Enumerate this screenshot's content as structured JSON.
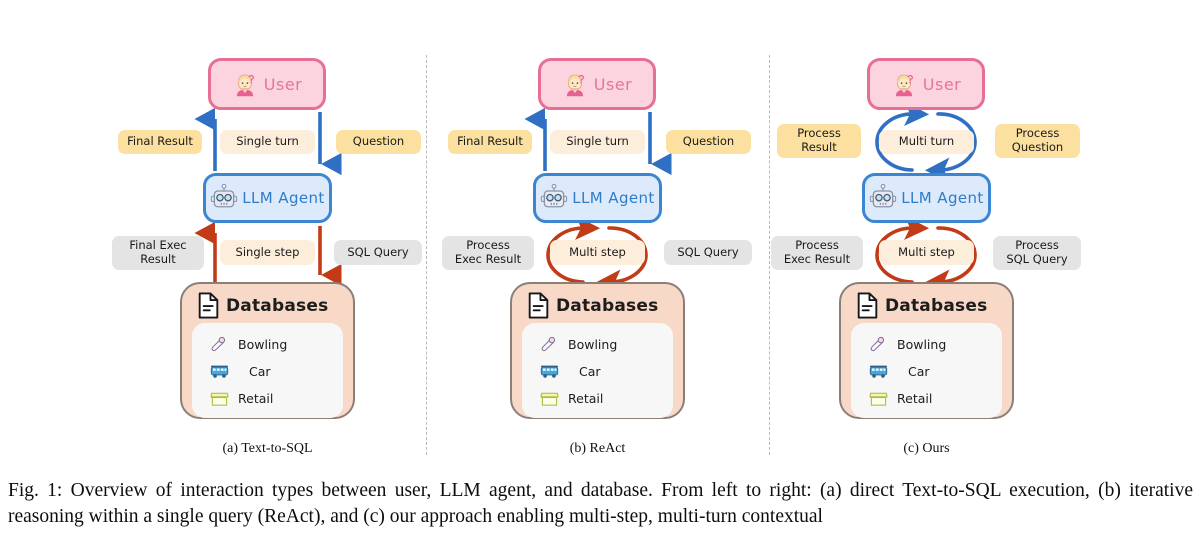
{
  "figure": {
    "caption": "Fig. 1: Overview of interaction types between user, LLM agent, and database. From left to right: (a) direct Text-to-SQL execution, (b) iterative reasoning within a single query (ReAct), and (c) our approach enabling multi-step, multi-turn contextual"
  },
  "colors": {
    "user_fill": "#fbd4e0",
    "user_border": "#e86f94",
    "user_text": "#e8749a",
    "agent_fill": "#dceafb",
    "agent_border": "#3b86d3",
    "agent_text": "#2f7dc9",
    "db_fill": "#f8d9c8",
    "db_border": "#8b7f79",
    "db_inner": "#f7f7f7",
    "chip_yellow": "#fbe0a0",
    "chip_cream": "#fdeedc",
    "chip_grey": "#e4e4e4",
    "arrow_blue": "#2f6fc4",
    "arrow_red": "#c23b16",
    "divider": "#b9b9b9"
  },
  "nodes": {
    "user": {
      "label": "User",
      "icon": "user-question-icon"
    },
    "agent": {
      "label": "LLM  Agent",
      "icon": "robot-icon"
    },
    "database": {
      "title": "Databases",
      "icon": "document-icon",
      "items": [
        {
          "label": "Bowling",
          "icon": "bowling-pin-icon"
        },
        {
          "label": "Car",
          "icon": "bus-icon"
        },
        {
          "label": "Retail",
          "icon": "shop-icon"
        }
      ]
    }
  },
  "panels": [
    {
      "id": "a",
      "sub_caption": "(a) Text-to-SQL",
      "top": {
        "left_chip": {
          "text": "Final Result",
          "style": "yellow"
        },
        "mid_chip": {
          "text": "Single turn",
          "style": "cream"
        },
        "right_chip": {
          "text": "Question",
          "style": "yellow"
        },
        "arrow_style": "straight",
        "arrow_color": "blue"
      },
      "bottom": {
        "left_chip": {
          "text": "Final Exec\nResult",
          "style": "grey"
        },
        "mid_chip": {
          "text": "Single step",
          "style": "cream"
        },
        "right_chip": {
          "text": "SQL Query",
          "style": "grey"
        },
        "arrow_style": "straight",
        "arrow_color": "red"
      }
    },
    {
      "id": "b",
      "sub_caption": "(b) ReAct",
      "top": {
        "left_chip": {
          "text": "Final Result",
          "style": "yellow"
        },
        "mid_chip": {
          "text": "Single turn",
          "style": "cream"
        },
        "right_chip": {
          "text": "Question",
          "style": "yellow"
        },
        "arrow_style": "straight",
        "arrow_color": "blue"
      },
      "bottom": {
        "left_chip": {
          "text": "Process\nExec Result",
          "style": "grey"
        },
        "mid_chip": {
          "text": "Multi step",
          "style": "cream"
        },
        "right_chip": {
          "text": "SQL Query",
          "style": "grey"
        },
        "arrow_style": "curved",
        "arrow_color": "red"
      }
    },
    {
      "id": "c",
      "sub_caption": "(c) Ours",
      "top": {
        "left_chip": {
          "text": "Process\nResult",
          "style": "yellow"
        },
        "mid_chip": {
          "text": "Multi turn",
          "style": "cream"
        },
        "right_chip": {
          "text": "Process\nQuestion",
          "style": "yellow"
        },
        "arrow_style": "curved",
        "arrow_color": "blue"
      },
      "bottom": {
        "left_chip": {
          "text": "Process\nExec Result",
          "style": "grey"
        },
        "mid_chip": {
          "text": "Multi step",
          "style": "cream"
        },
        "right_chip": {
          "text": "Process\nSQL Query",
          "style": "grey"
        },
        "arrow_style": "curved",
        "arrow_color": "red"
      }
    }
  ]
}
